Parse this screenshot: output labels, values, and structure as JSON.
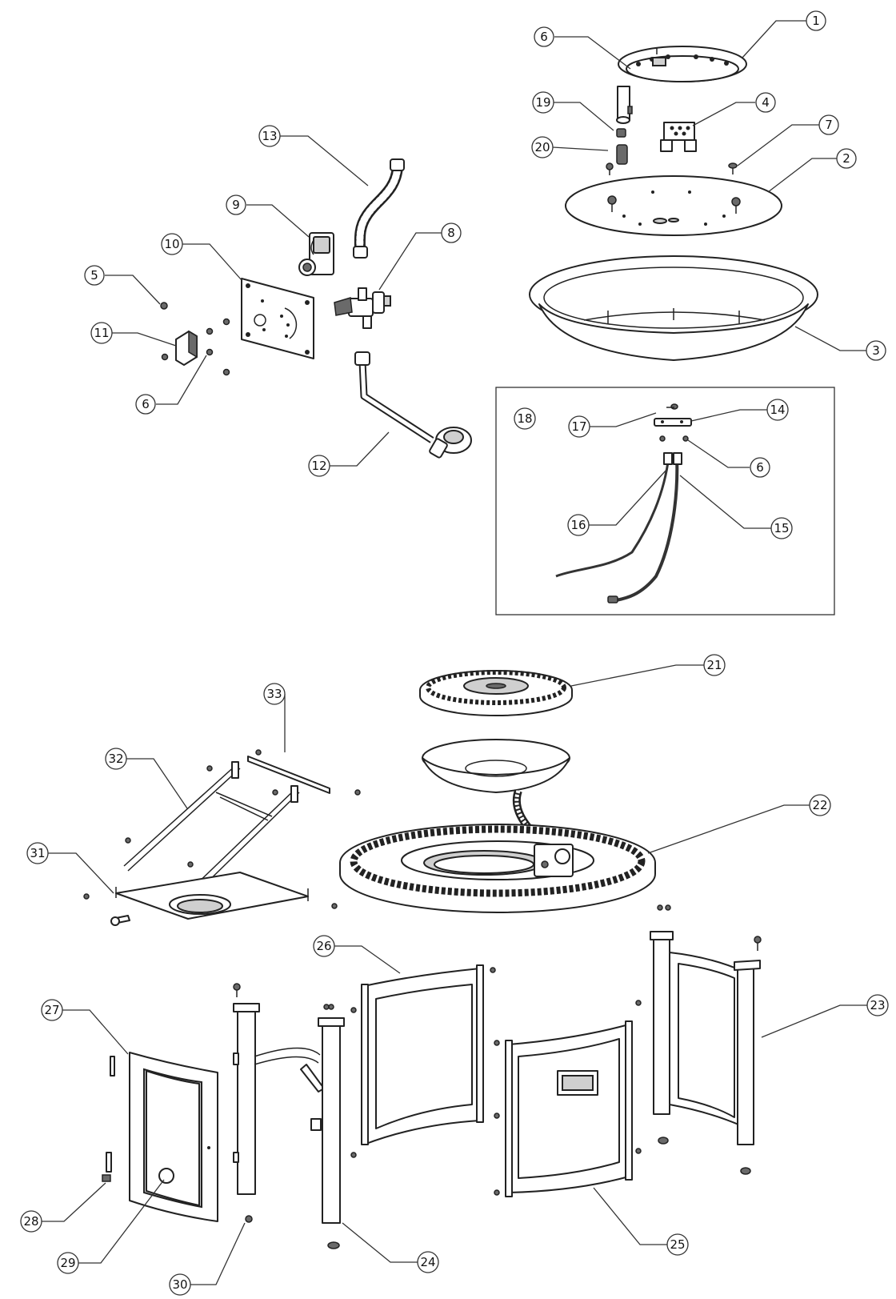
{
  "diagram": {
    "callouts": [
      {
        "id": "c1",
        "label": "1"
      },
      {
        "id": "c6a",
        "label": "6"
      },
      {
        "id": "c19",
        "label": "19"
      },
      {
        "id": "c4",
        "label": "4"
      },
      {
        "id": "c20",
        "label": "20"
      },
      {
        "id": "c7",
        "label": "7"
      },
      {
        "id": "c2",
        "label": "2"
      },
      {
        "id": "c13",
        "label": "13"
      },
      {
        "id": "c9",
        "label": "9"
      },
      {
        "id": "c8",
        "label": "8"
      },
      {
        "id": "c10",
        "label": "10"
      },
      {
        "id": "c5",
        "label": "5"
      },
      {
        "id": "c11",
        "label": "11"
      },
      {
        "id": "c6b",
        "label": "6"
      },
      {
        "id": "c3",
        "label": "3"
      },
      {
        "id": "c12",
        "label": "12"
      },
      {
        "id": "c18",
        "label": "18"
      },
      {
        "id": "c17",
        "label": "17"
      },
      {
        "id": "c14",
        "label": "14"
      },
      {
        "id": "c6c",
        "label": "6"
      },
      {
        "id": "c16",
        "label": "16"
      },
      {
        "id": "c15",
        "label": "15"
      },
      {
        "id": "c21",
        "label": "21"
      },
      {
        "id": "c33",
        "label": "33"
      },
      {
        "id": "c32",
        "label": "32"
      },
      {
        "id": "c22",
        "label": "22"
      },
      {
        "id": "c31",
        "label": "31"
      },
      {
        "id": "c26",
        "label": "26"
      },
      {
        "id": "c27",
        "label": "27"
      },
      {
        "id": "c23",
        "label": "23"
      },
      {
        "id": "c28",
        "label": "28"
      },
      {
        "id": "c29",
        "label": "29"
      },
      {
        "id": "c25",
        "label": "25"
      },
      {
        "id": "c24",
        "label": "24"
      },
      {
        "id": "c30",
        "label": "30"
      }
    ]
  }
}
